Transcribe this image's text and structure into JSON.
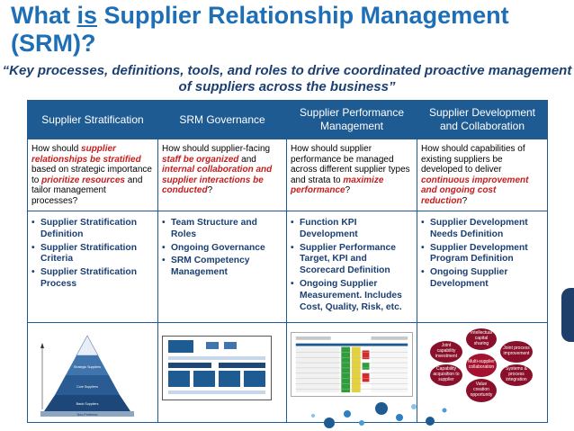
{
  "title": {
    "part1": "What ",
    "part2": "is",
    "part3": " Supplier Relationship Management (SRM)?"
  },
  "subtitle": "“Key processes, definitions, tools, and roles to drive coordinated proactive management of suppliers across the business”",
  "columns": [
    {
      "header": "Supplier Stratification",
      "question": [
        {
          "t": "How should "
        },
        {
          "t": "supplier relationships be stratified",
          "em": true
        },
        {
          "t": " based on strategic importance to "
        },
        {
          "t": "prioritize resources",
          "em": true
        },
        {
          "t": " and tailor management processes?"
        }
      ],
      "bullets": [
        "Supplier Stratification Definition",
        "Supplier Stratification Criteria",
        "Supplier Stratification Process"
      ]
    },
    {
      "header": "SRM Governance",
      "question": [
        {
          "t": "How should supplier-facing "
        },
        {
          "t": "staff be organized",
          "em": true
        },
        {
          "t": " and "
        },
        {
          "t": "internal collaboration and supplier interactions be conducted",
          "em": true
        },
        {
          "t": "?"
        }
      ],
      "bullets": [
        "Team Structure and Roles",
        "Ongoing Governance",
        "SRM Competency Management"
      ]
    },
    {
      "header": "Supplier Performance Management",
      "question": [
        {
          "t": "How should supplier performance be managed across different supplier types and strata to "
        },
        {
          "t": "maximize performance",
          "em": true
        },
        {
          "t": "?"
        }
      ],
      "bullets": [
        "Function KPI Development",
        "Supplier Performance Target, KPI and Scorecard Definition",
        "Ongoing Supplier Measurement.  Includes Cost, Quality, Risk, etc."
      ]
    },
    {
      "header": "Supplier Development and Collaboration",
      "question": [
        {
          "t": "How should capabilities of existing suppliers be developed to deliver "
        },
        {
          "t": "continuous improvement and ongoing cost reduction",
          "em": true
        },
        {
          "t": "?"
        }
      ],
      "bullets": [
        "Supplier Development Needs Definition",
        "Supplier Development Program Definition",
        "Ongoing Supplier Development"
      ]
    }
  ],
  "pyramid": {
    "tiers": [
      "Strategic Suppliers",
      "Core Suppliers",
      "Basic Suppliers"
    ],
    "base_label": "Non-Preferred"
  },
  "bubbles": {
    "center": "Multi-supplier collaboration",
    "outer": [
      "Intellectual capital sharing",
      "Joint process improvement",
      "Systems & process integration",
      "Value creation opportunity",
      "Capability acquisition to supplier",
      "Joint capability investment"
    ]
  },
  "colors": {
    "title": "#1e6fb5",
    "header_bg": "#1f5b93",
    "emphasis": "#c41e1e",
    "bullet_text": "#1b3f73",
    "bubble": "#8a0f2a"
  }
}
